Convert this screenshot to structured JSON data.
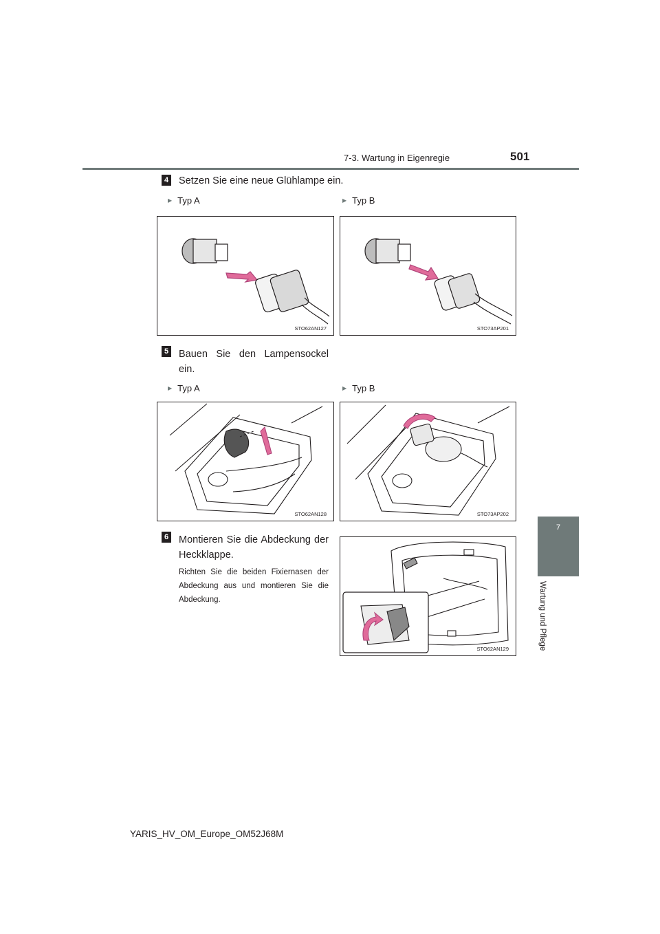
{
  "header": {
    "section": "7-3. Wartung in Eigenregie",
    "page_number": "501"
  },
  "chapter_tab": {
    "number": "7",
    "label": "Wartung und Pflege"
  },
  "steps": [
    {
      "number": "4",
      "title": "Setzen Sie eine neue Glühlampe ein.",
      "figures": [
        {
          "type_label": "Typ A",
          "code": "STO62AN127"
        },
        {
          "type_label": "Typ B",
          "code": "STO73AP201"
        }
      ]
    },
    {
      "number": "5",
      "title": "Bauen Sie den Lampensockel ein.",
      "figures": [
        {
          "type_label": "Typ A",
          "code": "STO62AN128"
        },
        {
          "type_label": "Typ B",
          "code": "STO73AP202"
        }
      ]
    },
    {
      "number": "6",
      "title": "Montieren Sie die Abdeckung der Heckklappe.",
      "description": "Richten Sie die beiden Fixiernasen der Abdeckung aus und montieren Sie die Abdeckung.",
      "figures": [
        {
          "code": "STO62AN129"
        }
      ]
    }
  ],
  "footer": {
    "document_id": "YARIS_HV_OM_Europe_OM52J68M"
  },
  "colors": {
    "accent_gray": "#6f7a79",
    "arrow_pink": "#e06b9a",
    "text": "#231f20"
  }
}
